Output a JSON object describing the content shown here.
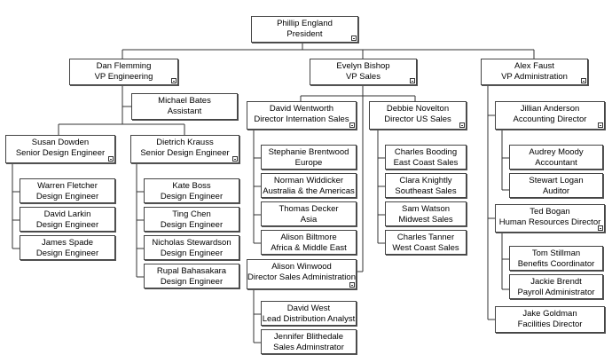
{
  "org_chart": {
    "nodes": [
      {
        "id": "phillip-england",
        "name": "Phillip England",
        "title": "President",
        "expandable": true
      },
      {
        "id": "dan-flemming",
        "name": "Dan Flemming",
        "title": "VP Engineering",
        "expandable": true
      },
      {
        "id": "evelyn-bishop",
        "name": "Evelyn Bishop",
        "title": "VP Sales",
        "expandable": true
      },
      {
        "id": "alex-faust",
        "name": "Alex Faust",
        "title": "VP Administration",
        "expandable": true
      },
      {
        "id": "michael-bates",
        "name": "Michael Bates",
        "title": "Assistant",
        "expandable": false
      },
      {
        "id": "susan-dowden",
        "name": "Susan Dowden",
        "title": "Senior Design Engineer",
        "expandable": true
      },
      {
        "id": "dietrich-krauss",
        "name": "Dietrich Krauss",
        "title": "Senior Design Engineer",
        "expandable": true
      },
      {
        "id": "warren-fletcher",
        "name": "Warren Fletcher",
        "title": "Design Engineer",
        "expandable": false
      },
      {
        "id": "david-larkin",
        "name": "David Larkin",
        "title": "Design Engineer",
        "expandable": false
      },
      {
        "id": "james-spade",
        "name": "James Spade",
        "title": "Design Engineer",
        "expandable": false
      },
      {
        "id": "kate-boss",
        "name": "Kate Boss",
        "title": "Design Engineer",
        "expandable": false
      },
      {
        "id": "ting-chen",
        "name": "Ting Chen",
        "title": "Design Engineer",
        "expandable": false
      },
      {
        "id": "nicholas-stewardson",
        "name": "Nicholas Stewardson",
        "title": "Design Engineer",
        "expandable": false
      },
      {
        "id": "rupal-bahasakara",
        "name": "Rupal Bahasakara",
        "title": "Design Engineer",
        "expandable": false
      },
      {
        "id": "david-wentworth",
        "name": "David Wentworth",
        "title": "Director Internation Sales",
        "expandable": true
      },
      {
        "id": "debbie-novelton",
        "name": "Debbie Novelton",
        "title": "Director US Sales",
        "expandable": true
      },
      {
        "id": "stephanie-brentwood",
        "name": "Stephanie Brentwood",
        "title": "Europe",
        "expandable": false
      },
      {
        "id": "norman-widdicker",
        "name": "Norman Widdicker",
        "title": "Australia & the Americas",
        "expandable": false
      },
      {
        "id": "thomas-decker",
        "name": "Thomas Decker",
        "title": "Asia",
        "expandable": false
      },
      {
        "id": "alison-biltmore",
        "name": "Alison Biltmore",
        "title": "Africa & Middle East",
        "expandable": false
      },
      {
        "id": "alison-winwood",
        "name": "Alison Winwood",
        "title": "Director Sales Administration",
        "expandable": true
      },
      {
        "id": "david-west",
        "name": "David West",
        "title": "Lead Distribution Analyst",
        "expandable": false
      },
      {
        "id": "jennifer-blithedale",
        "name": "Jennifer Blithedale",
        "title": "Sales Adminstrator",
        "expandable": false
      },
      {
        "id": "charles-booding",
        "name": "Charles Booding",
        "title": "East Coast Sales",
        "expandable": false
      },
      {
        "id": "clara-knightly",
        "name": "Clara Knightly",
        "title": "Southeast Sales",
        "expandable": false
      },
      {
        "id": "sam-watson",
        "name": "Sam Watson",
        "title": "Midwest Sales",
        "expandable": false
      },
      {
        "id": "charles-tanner",
        "name": "Charles Tanner",
        "title": "West Coast Sales",
        "expandable": false
      },
      {
        "id": "jillian-anderson",
        "name": "Jillian Anderson",
        "title": "Accounting Director",
        "expandable": true
      },
      {
        "id": "audrey-moody",
        "name": "Audrey Moody",
        "title": "Accountant",
        "expandable": false
      },
      {
        "id": "stewart-logan",
        "name": "Stewart Logan",
        "title": "Auditor",
        "expandable": false
      },
      {
        "id": "ted-bogan",
        "name": "Ted Bogan",
        "title": "Human Resources Director",
        "expandable": true
      },
      {
        "id": "tom-stillman",
        "name": "Tom Stillman",
        "title": "Benefits Coordinator",
        "expandable": false
      },
      {
        "id": "jackie-brendt",
        "name": "Jackie Brendt",
        "title": "Payroll Administrator",
        "expandable": false
      },
      {
        "id": "jake-goldman",
        "name": "Jake Goldman",
        "title": "Facilities Director",
        "expandable": false
      }
    ]
  }
}
